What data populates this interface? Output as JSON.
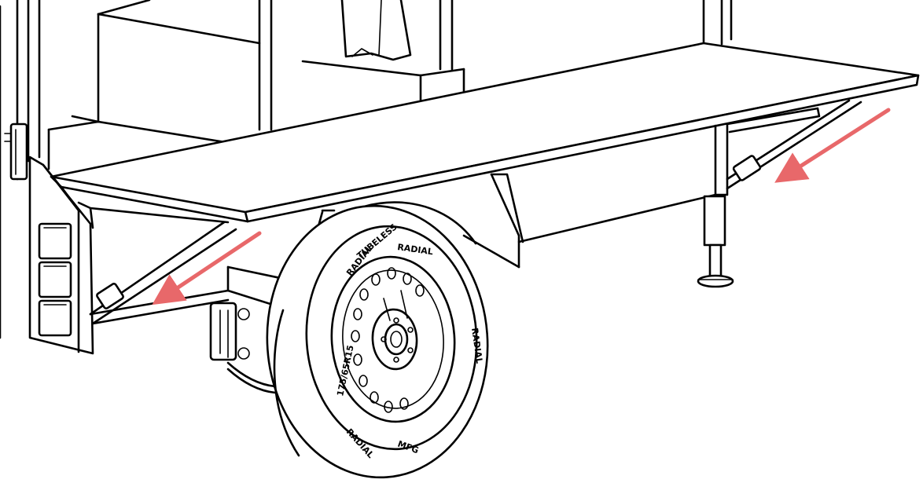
{
  "tire": {
    "size_text": "175/65R15",
    "sidewall_marks": [
      "RADIAL",
      "RADIAL",
      "RADIAL",
      "TUBELESS",
      "RADIAL",
      "MFG"
    ]
  },
  "colors": {
    "line": "#000000",
    "background": "#ffffff",
    "arrow": "#e8686a"
  },
  "arrows": {
    "count": 2,
    "direction": "down-left"
  }
}
